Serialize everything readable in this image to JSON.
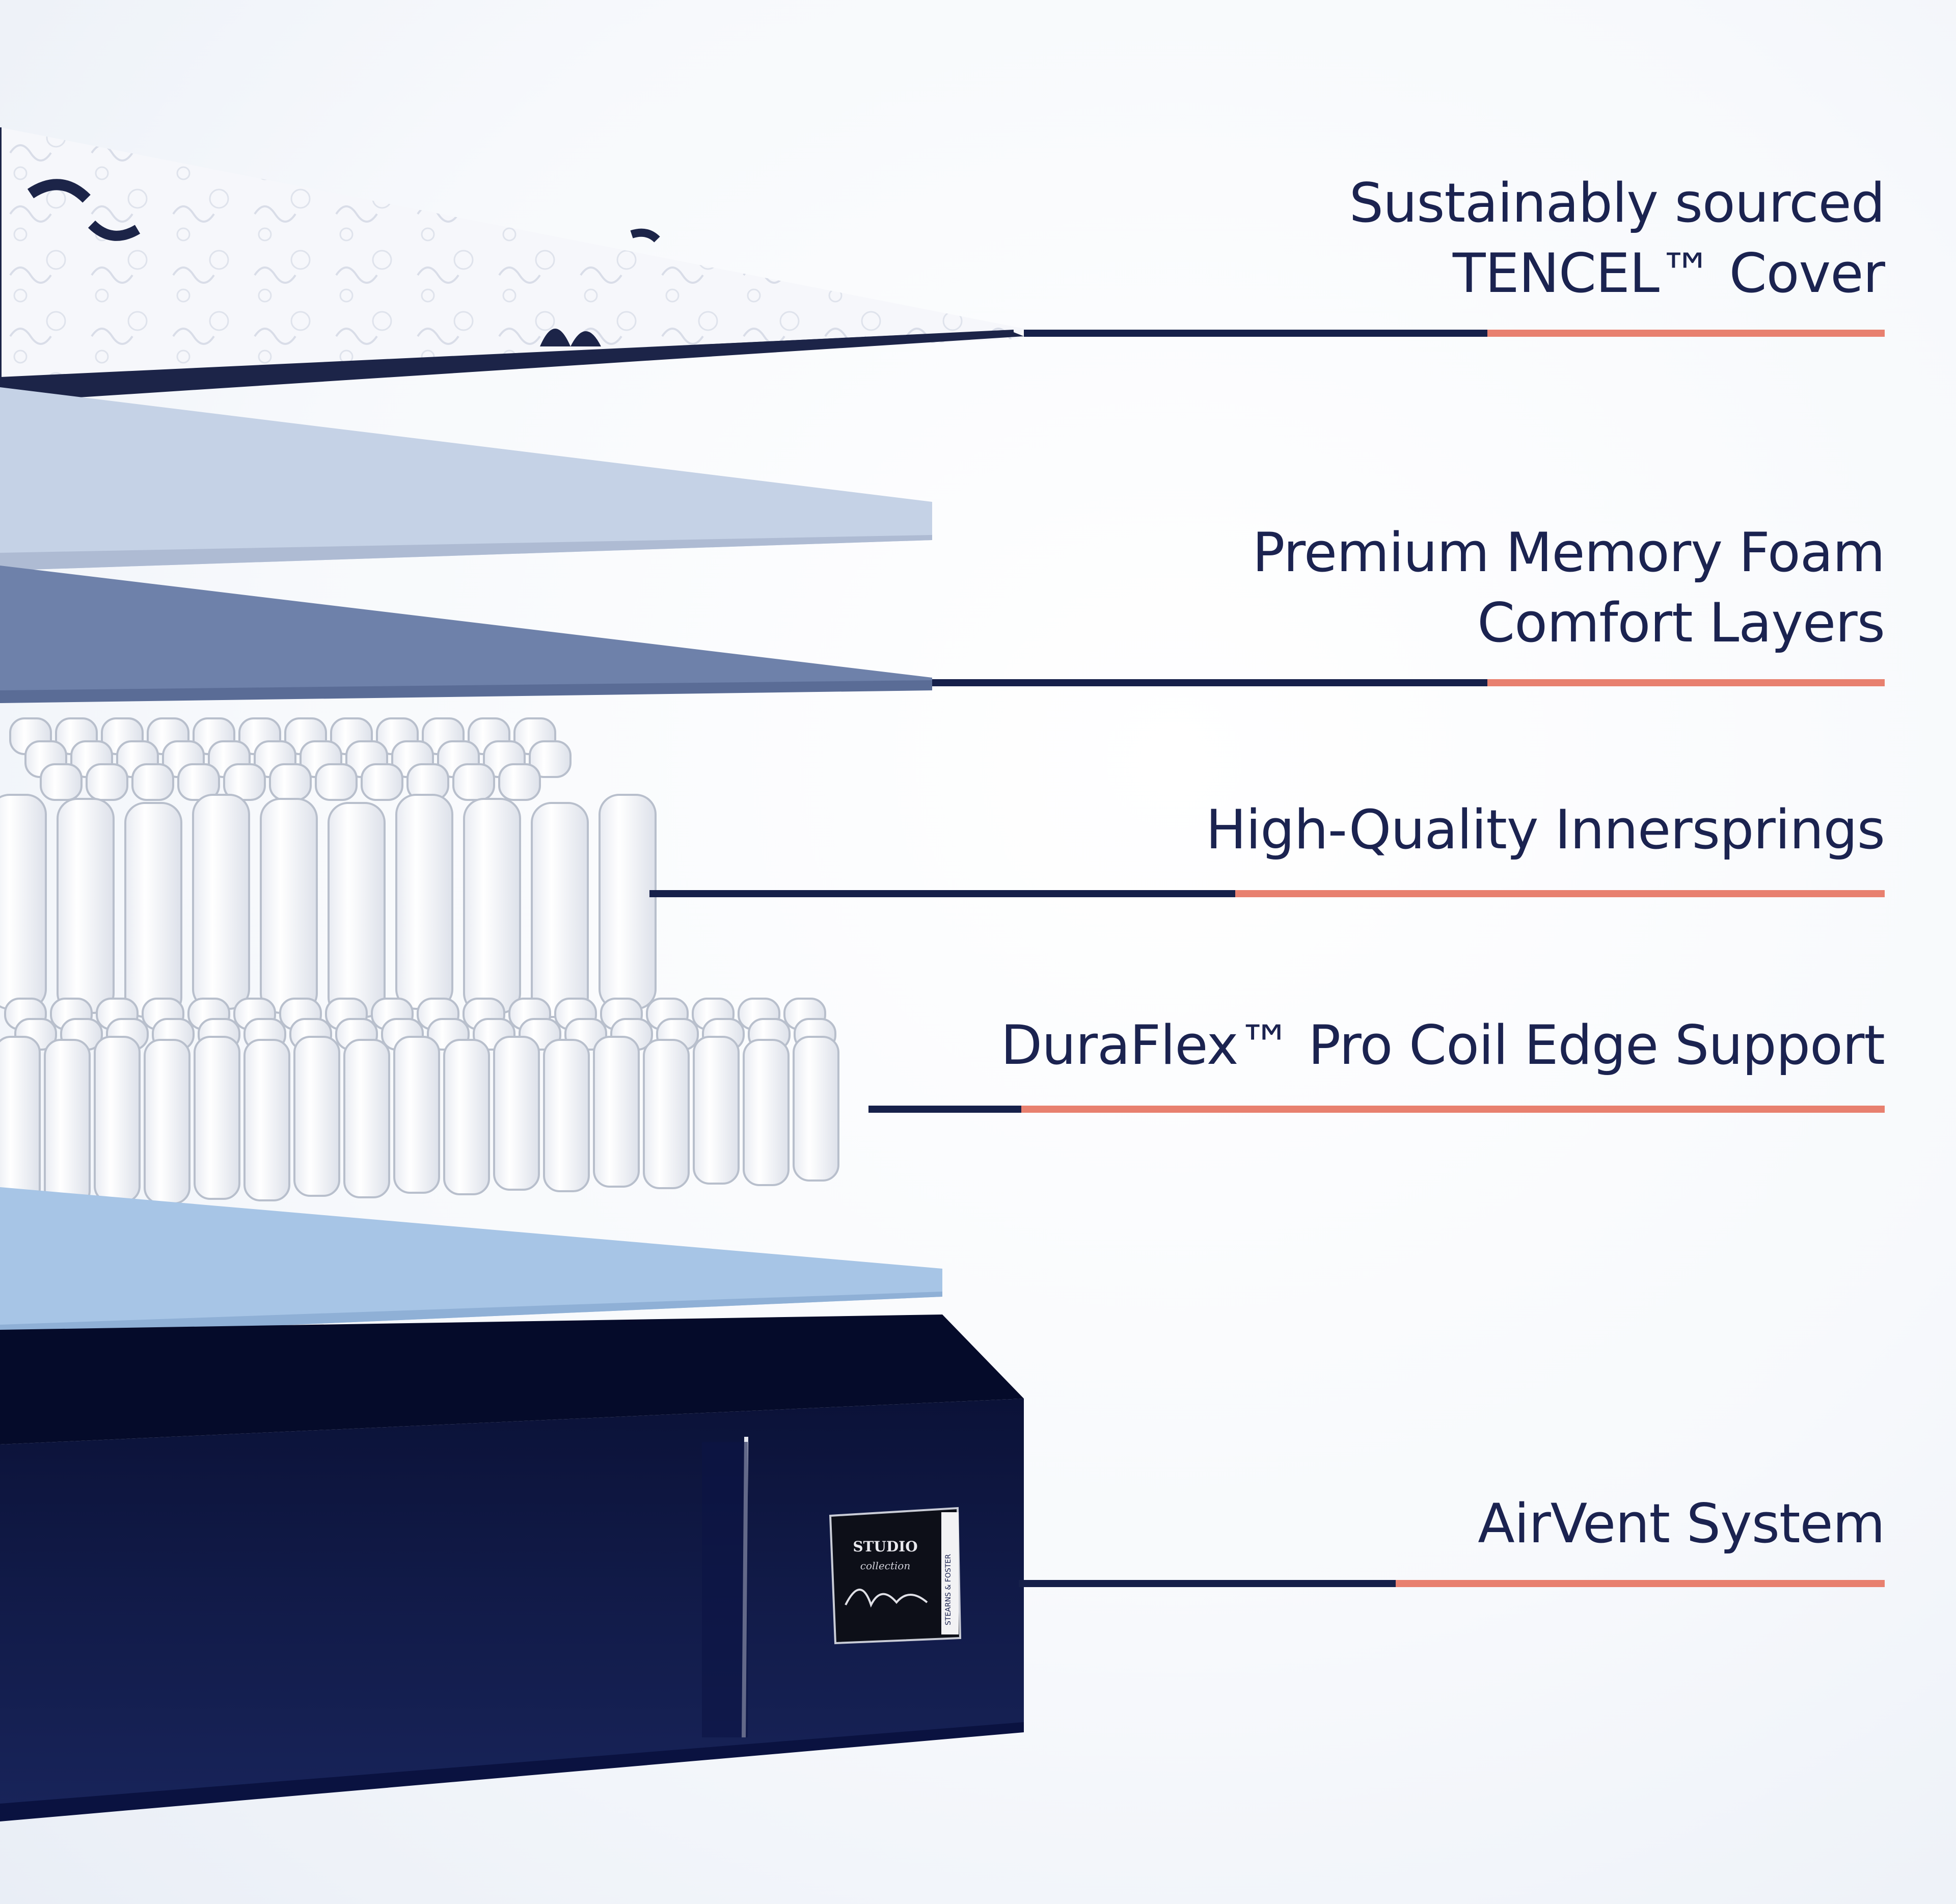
{
  "colors": {
    "text": "#1b2350",
    "leader_navy": "#16204a",
    "leader_coral": "#e8806f",
    "cover_edge": "#1c2448",
    "foam_light": "#c5d2e6",
    "foam_dark": "#6e81aa",
    "base_foam": "#a7c5e6",
    "base_navy": "#101a4a",
    "coil_white": "#ffffff"
  },
  "callouts": [
    {
      "lines": [
        "Sustainably sourced",
        "TENCEL™ Cover"
      ]
    },
    {
      "lines": [
        "Premium Memory Foam",
        "Comfort Layers"
      ]
    },
    {
      "lines": [
        "High-Quality Innersprings"
      ]
    },
    {
      "lines": [
        "DuraFlex™ Pro Coil Edge Support"
      ]
    },
    {
      "lines": [
        "AirVent System"
      ]
    }
  ],
  "label": {
    "brand": "STUDIO",
    "sub": "collection",
    "side": "STEARNS & FOSTER"
  }
}
